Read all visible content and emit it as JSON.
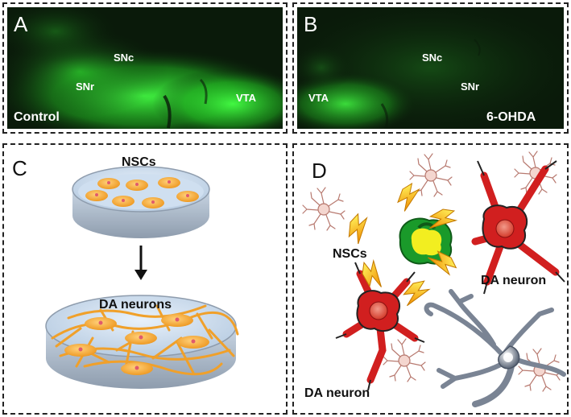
{
  "panels": {
    "a": {
      "letter": "A",
      "corner": "Control",
      "labels": {
        "snc": "SNc",
        "snr": "SNr",
        "vta": "VTA"
      }
    },
    "b": {
      "letter": "B",
      "corner": "6-OHDA",
      "labels": {
        "snc": "SNc",
        "snr": "SNr",
        "vta": "VTA"
      }
    },
    "c": {
      "letter": "C",
      "top_dish": "NSCs",
      "bottom_dish": "DA neurons"
    },
    "d": {
      "letter": "D",
      "center": "NSCs",
      "neuron_right": "DA neuron",
      "neuron_left": "DA neuron"
    }
  },
  "colors": {
    "fluorescence": "#2fd82f",
    "dish_cell": "#f3b13a",
    "da_neuron": "#d11f1f",
    "nsc_outer": "#1a9a2a",
    "nsc_inner": "#f2ee20",
    "bolt": "#f5c400"
  }
}
